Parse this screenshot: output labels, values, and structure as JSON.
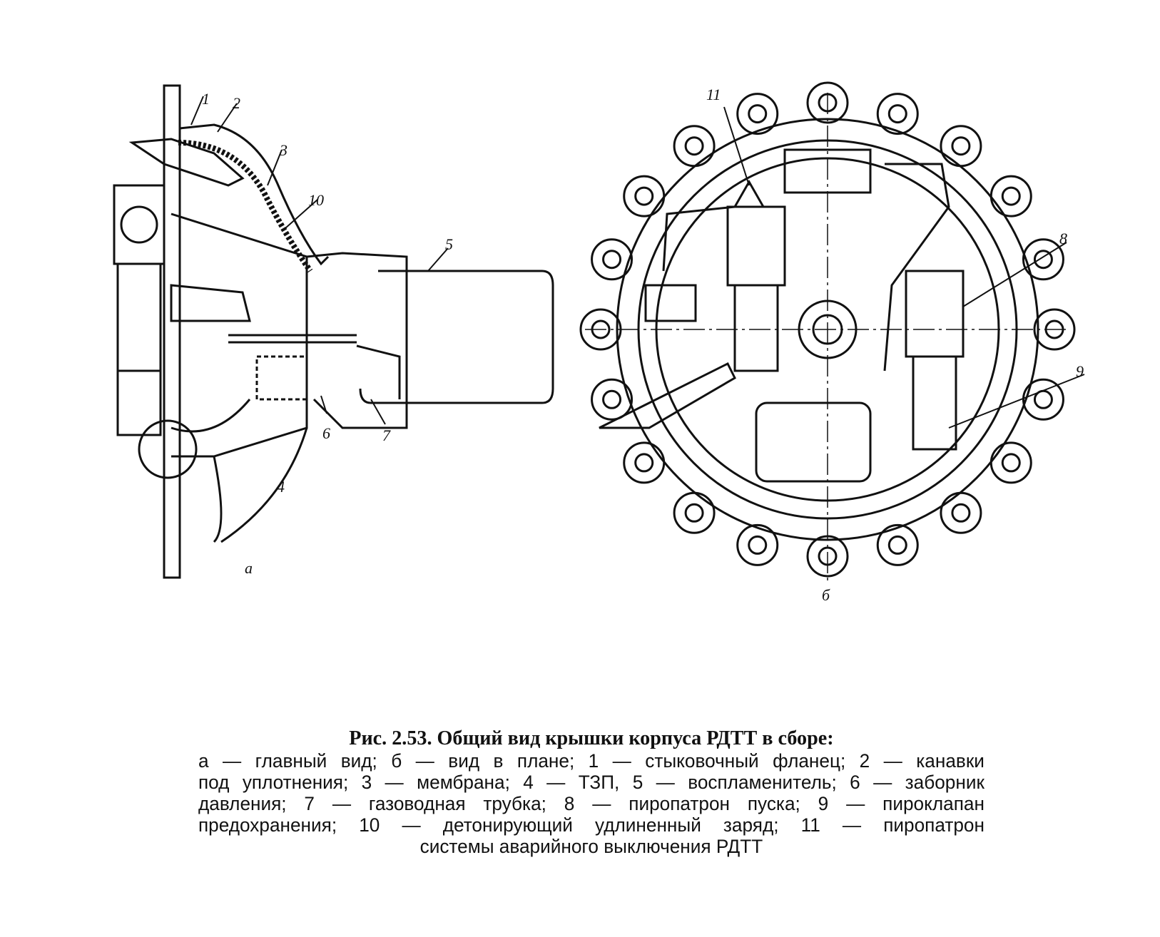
{
  "figure": {
    "left_view_labels": {
      "l1": "1",
      "l2": "2",
      "l3": "3",
      "l10": "10",
      "l5": "5",
      "l6": "6",
      "l7": "7",
      "l4": "4",
      "view": "а"
    },
    "right_view_labels": {
      "l11": "11",
      "l8": "8",
      "l9": "9",
      "view": "б"
    }
  },
  "caption": {
    "title": "Рис. 2.53. Общий вид крышки корпуса РДТТ в сборе:",
    "lines": [
      "а — главный вид; б — вид в плане; 1 — стыковочный фланец; 2 — канавки",
      "под уплотнения; 3 — мембрана; 4 — ТЗП, 5 — воспламенитель; 6 — заборник",
      "давления; 7 — газоводная трубка; 8 — пиропатрон пуска; 9 — пироклапан",
      "предохранения; 10 — детонирующий удлиненный заряд; 11 — пиропатрон",
      "системы аварийного выключения РДТТ"
    ]
  }
}
